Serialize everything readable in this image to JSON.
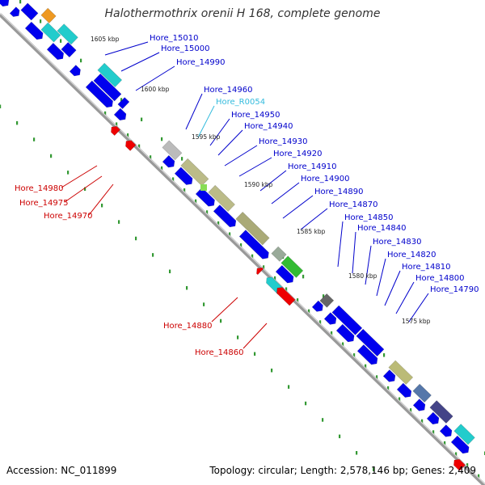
{
  "title": "Halothermothrix orenii H 168, complete genome",
  "footer": {
    "accession": "Accession: NC_011899",
    "summary": "Topology: circular; Length: 2,578,146 bp; Genes: 2,409"
  },
  "colors": {
    "cds_forward": "#0000ee",
    "cds_reverse": "#ee0000",
    "rna": "#22cccc",
    "label_forward": "#0000cc",
    "label_reverse": "#cc0000",
    "label_rna": "#33bbdd",
    "backbone": "#888888",
    "ticks": "#339933"
  },
  "scale_labels": [
    "1605 kbp",
    "1600 kbp",
    "1595 kbp",
    "1590 kbp",
    "1585 kbp",
    "1580 kbp",
    "1575 kbp"
  ],
  "forward_labels": [
    "Hore_15010",
    "Hore_15000",
    "Hore_14990",
    "Hore_14960",
    "Hore_R0054",
    "Hore_14950",
    "Hore_14940",
    "Hore_14930",
    "Hore_14920",
    "Hore_14910",
    "Hore_14900",
    "Hore_14890",
    "Hore_14870",
    "Hore_14850",
    "Hore_14840",
    "Hore_14830",
    "Hore_14820",
    "Hore_14810",
    "Hore_14800",
    "Hore_14790"
  ],
  "reverse_labels": [
    "Hore_14980",
    "Hore_14975",
    "Hore_14970",
    "Hore_14880",
    "Hore_14860"
  ]
}
